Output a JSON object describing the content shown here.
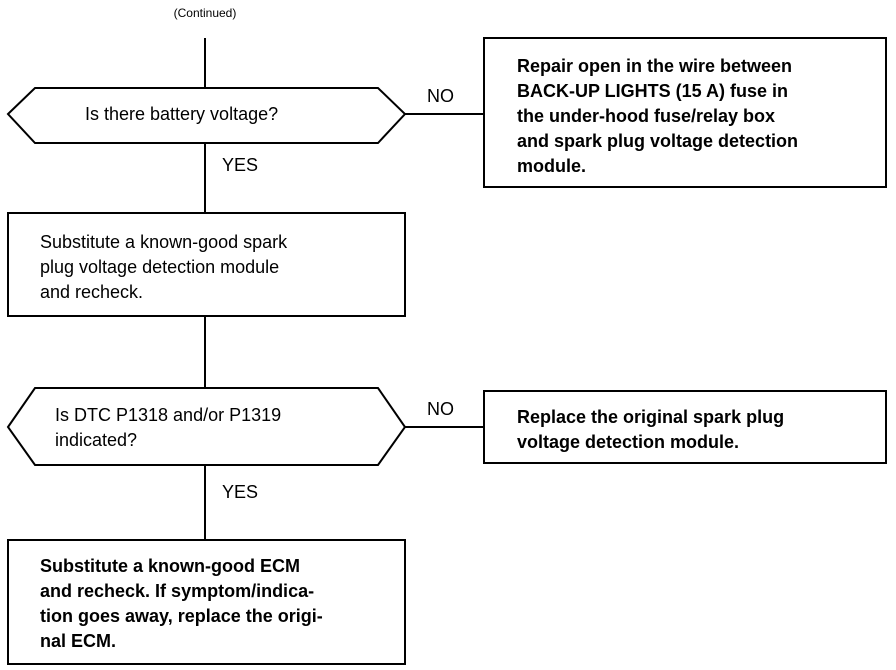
{
  "header": {
    "continued": "(Continued)"
  },
  "decisions": [
    {
      "id": "battery-voltage",
      "lines": [
        "Is there battery voltage?"
      ]
    },
    {
      "id": "dtc-indicated",
      "lines": [
        "Is DTC P1318 and/or P1319",
        "indicated?"
      ]
    }
  ],
  "actions": [
    {
      "id": "repair-open",
      "lines": [
        "Repair open in the wire between",
        "BACK-UP LIGHTS (15 A) fuse in",
        "the under-hood fuse/relay box",
        "and spark plug voltage detection",
        "module."
      ]
    },
    {
      "id": "substitute-module",
      "lines": [
        "Substitute a known-good spark",
        "plug voltage detection module",
        "and recheck."
      ]
    },
    {
      "id": "replace-module",
      "lines": [
        "Replace the original spark plug",
        "voltage detection module."
      ]
    },
    {
      "id": "substitute-ecm",
      "lines": [
        "Substitute a known-good ECM",
        "and recheck. If symptom/indica-",
        "tion goes away, replace the origi-",
        "nal ECM."
      ]
    }
  ],
  "edges": {
    "no": "NO",
    "yes": "YES"
  }
}
